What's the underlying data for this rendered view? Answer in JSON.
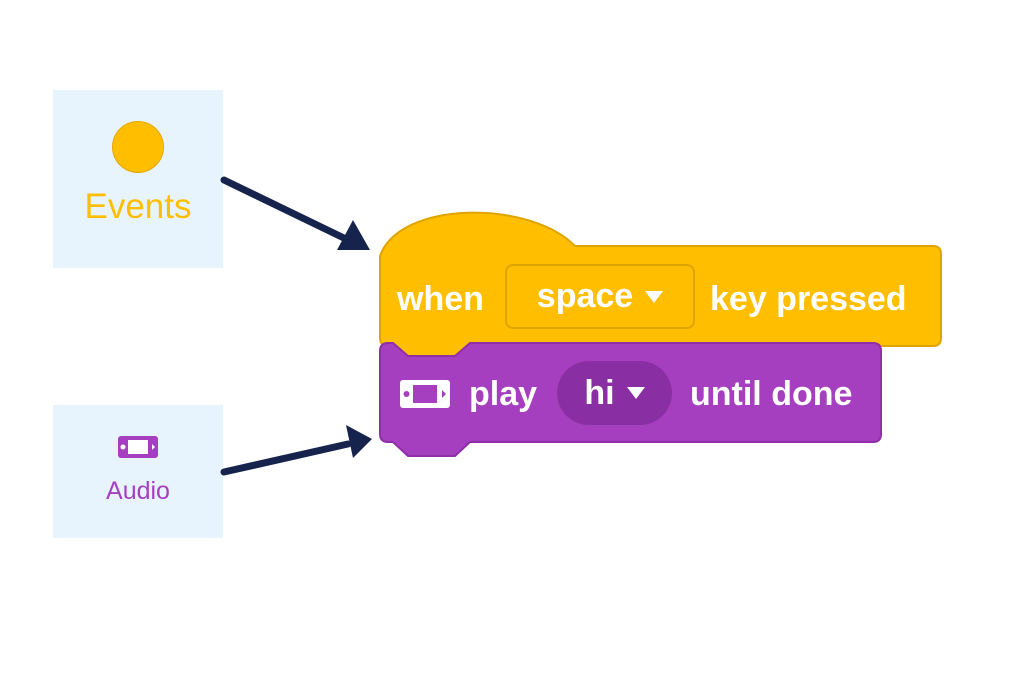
{
  "categories": {
    "events": {
      "label": "Events",
      "color": "#ffbf00"
    },
    "audio": {
      "label": "Audio",
      "color": "#a63fbf"
    }
  },
  "blocks": {
    "hat": {
      "color": "#ffbf00",
      "prefix": "when",
      "dropdown": "space",
      "suffix": "key pressed"
    },
    "play": {
      "color": "#a63fbf",
      "icon": "speaker-box-icon",
      "prefix": "play",
      "dropdown": "hi",
      "suffix": "until done"
    }
  },
  "arrows_color": "#16244d"
}
